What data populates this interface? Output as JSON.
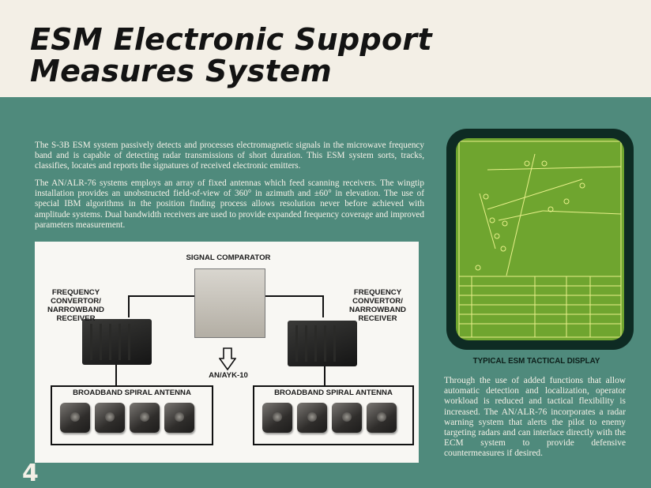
{
  "title": {
    "line1": "ESM Electronic Support",
    "line2": "Measures System"
  },
  "paragraphs": {
    "p1": "The S-3B ESM system passively detects and processes electromagnetic signals in the microwave frequency band and is capable of detecting radar transmissions of short duration. This ESM system sorts, tracks, classifies, locates and reports the signatures of received electronic emitters.",
    "p2": "The AN/ALR-76 systems employs an array of fixed antennas which feed scanning receivers. The wingtip installation provides an unobstructed field-of-view of 360° in azimuth and ±60° in elevation. The use of special IBM algorithms in the position finding process allows resolution never before achieved with amplitude systems. Dual bandwidth receivers are used to provide expanded frequency coverage and improved parameters measurement.",
    "p3": "Through the use of added functions that allow automatic detection and localization, operator workload is reduced and tactical flexibility is increased. The AN/ALR-76 incorporates a radar warning system that alerts the pilot to enemy targeting radars and can interlace directly with the ECM system to provide defensive countermeasures if desired."
  },
  "diagram": {
    "signal_comparator": "SIGNAL COMPARATOR",
    "left_receiver": "FREQUENCY\nCONVERTOR/\nNARROWBAND\nRECEIVER",
    "right_receiver": "FREQUENCY\nCONVERTOR/\nNARROWBAND\nRECEIVER",
    "output_label": "AN/AYK-10",
    "left_antenna": "BROADBAND SPIRAL ANTENNA",
    "right_antenna": "BROADBAND SPIRAL ANTENNA"
  },
  "display_caption": "TYPICAL ESM TACTICAL DISPLAY",
  "page_number": "4",
  "colors": {
    "background": "#4f8a7c",
    "header": "#f3efe6",
    "screen": "#6fa52f",
    "screen_lines": "#e8f08a"
  }
}
